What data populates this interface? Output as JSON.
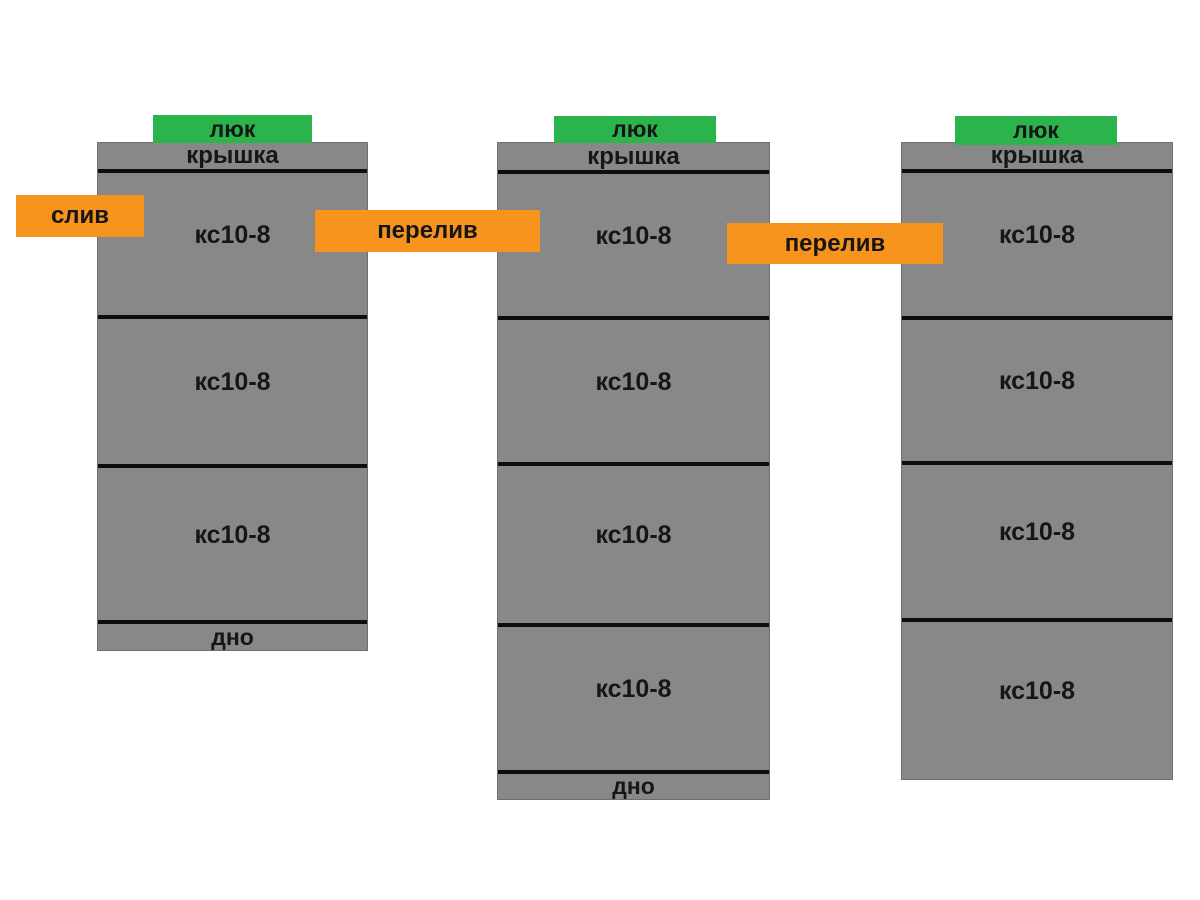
{
  "diagram": {
    "colors": {
      "background": "#ffffff",
      "column_fill": "#888889",
      "column_border": "#6e6e70",
      "hatch_green": "#2bb44c",
      "label_orange": "#f7941e",
      "line_black": "#0e0e0e",
      "text_black": "#161616"
    },
    "columns": [
      {
        "hatch_label": "люк",
        "top_label": "крышка",
        "rings": [
          "кс10-8",
          "кс10-8",
          "кс10-8"
        ],
        "bottom_label": "дно"
      },
      {
        "hatch_label": "люк",
        "top_label": "крышка",
        "rings": [
          "кс10-8",
          "кс10-8",
          "кс10-8",
          "кс10-8"
        ],
        "bottom_label": "дно"
      },
      {
        "hatch_label": "люк",
        "top_label": "крышка",
        "rings": [
          "кс10-8",
          "кс10-8",
          "кс10-8",
          "кс10-8"
        ]
      }
    ],
    "connectors": [
      {
        "label": "слив"
      },
      {
        "label": "перелив"
      },
      {
        "label": "перелив"
      }
    ]
  }
}
